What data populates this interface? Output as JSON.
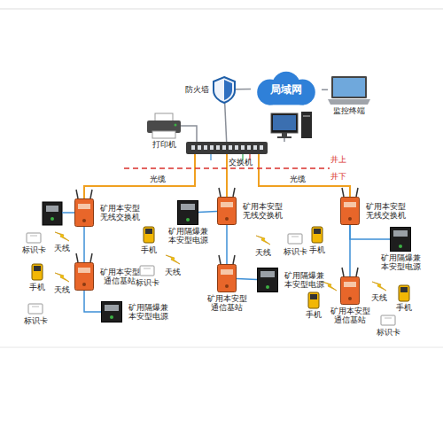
{
  "diagram": {
    "nodes": [
      {
        "text": [
          "局域网"
        ]
      },
      {
        "text": [
          "防火墙"
        ]
      },
      {
        "text": [
          "监控终端"
        ]
      },
      {
        "text": [
          "打印机"
        ]
      },
      {
        "text": [
          "交换机"
        ]
      },
      {
        "text": [
          "矿用本安型无线交换机"
        ]
      },
      {
        "text": [
          "矿用本安型通信基站"
        ]
      },
      {
        "text": [
          "矿用隔爆兼本安型电源"
        ]
      },
      {
        "text": [
          "矿用隔爆兼本安型电源"
        ]
      },
      {
        "text": [
          "矿用本安型无线交换机"
        ]
      },
      {
        "text": [
          "矿用本安型通信基站"
        ]
      },
      {
        "text": [
          "矿用隔爆兼本安型电源"
        ]
      },
      {
        "text": [
          "矿用本安型无线交换机"
        ]
      },
      {
        "text": [
          "矿用隔爆兼本安型电源"
        ]
      },
      {
        "text": [
          "矿用本安型通信基站"
        ]
      }
    ],
    "edges": [
      {
        "from": 1,
        "to": 0,
        "arrow": "none"
      },
      {
        "from": 0,
        "to": 2,
        "arrow": "none"
      },
      {
        "from": 4,
        "to": 1,
        "arrow": "none"
      },
      {
        "from": 3,
        "to": 4,
        "arrow": "none"
      },
      {
        "from": 4,
        "to": 5,
        "label": "光缆",
        "arrow": "none"
      },
      {
        "from": 4,
        "to": 9,
        "arrow": "none"
      },
      {
        "from": 4,
        "to": 12,
        "label": "光缆",
        "arrow": "none"
      },
      {
        "from": 5,
        "to": 6,
        "arrow": "none"
      },
      {
        "from": 6,
        "to": 7,
        "arrow": "none"
      },
      {
        "from": 8,
        "to": 9,
        "arrow": "none"
      },
      {
        "from": 9,
        "to": 10,
        "arrow": "none"
      },
      {
        "from": 10,
        "to": 11,
        "arrow": "none"
      },
      {
        "from": 12,
        "to": 13,
        "arrow": "none"
      },
      {
        "from": 12,
        "to": 14,
        "arrow": "none"
      }
    ],
    "labels": [
      "井上",
      "井下",
      "标识卡",
      "天线",
      "手机",
      "天线",
      "标识卡",
      "手机",
      "天线",
      "标识卡",
      "天线",
      "标识卡",
      "手机",
      "天线",
      "手机",
      "手机",
      "标识卡"
    ]
  }
}
